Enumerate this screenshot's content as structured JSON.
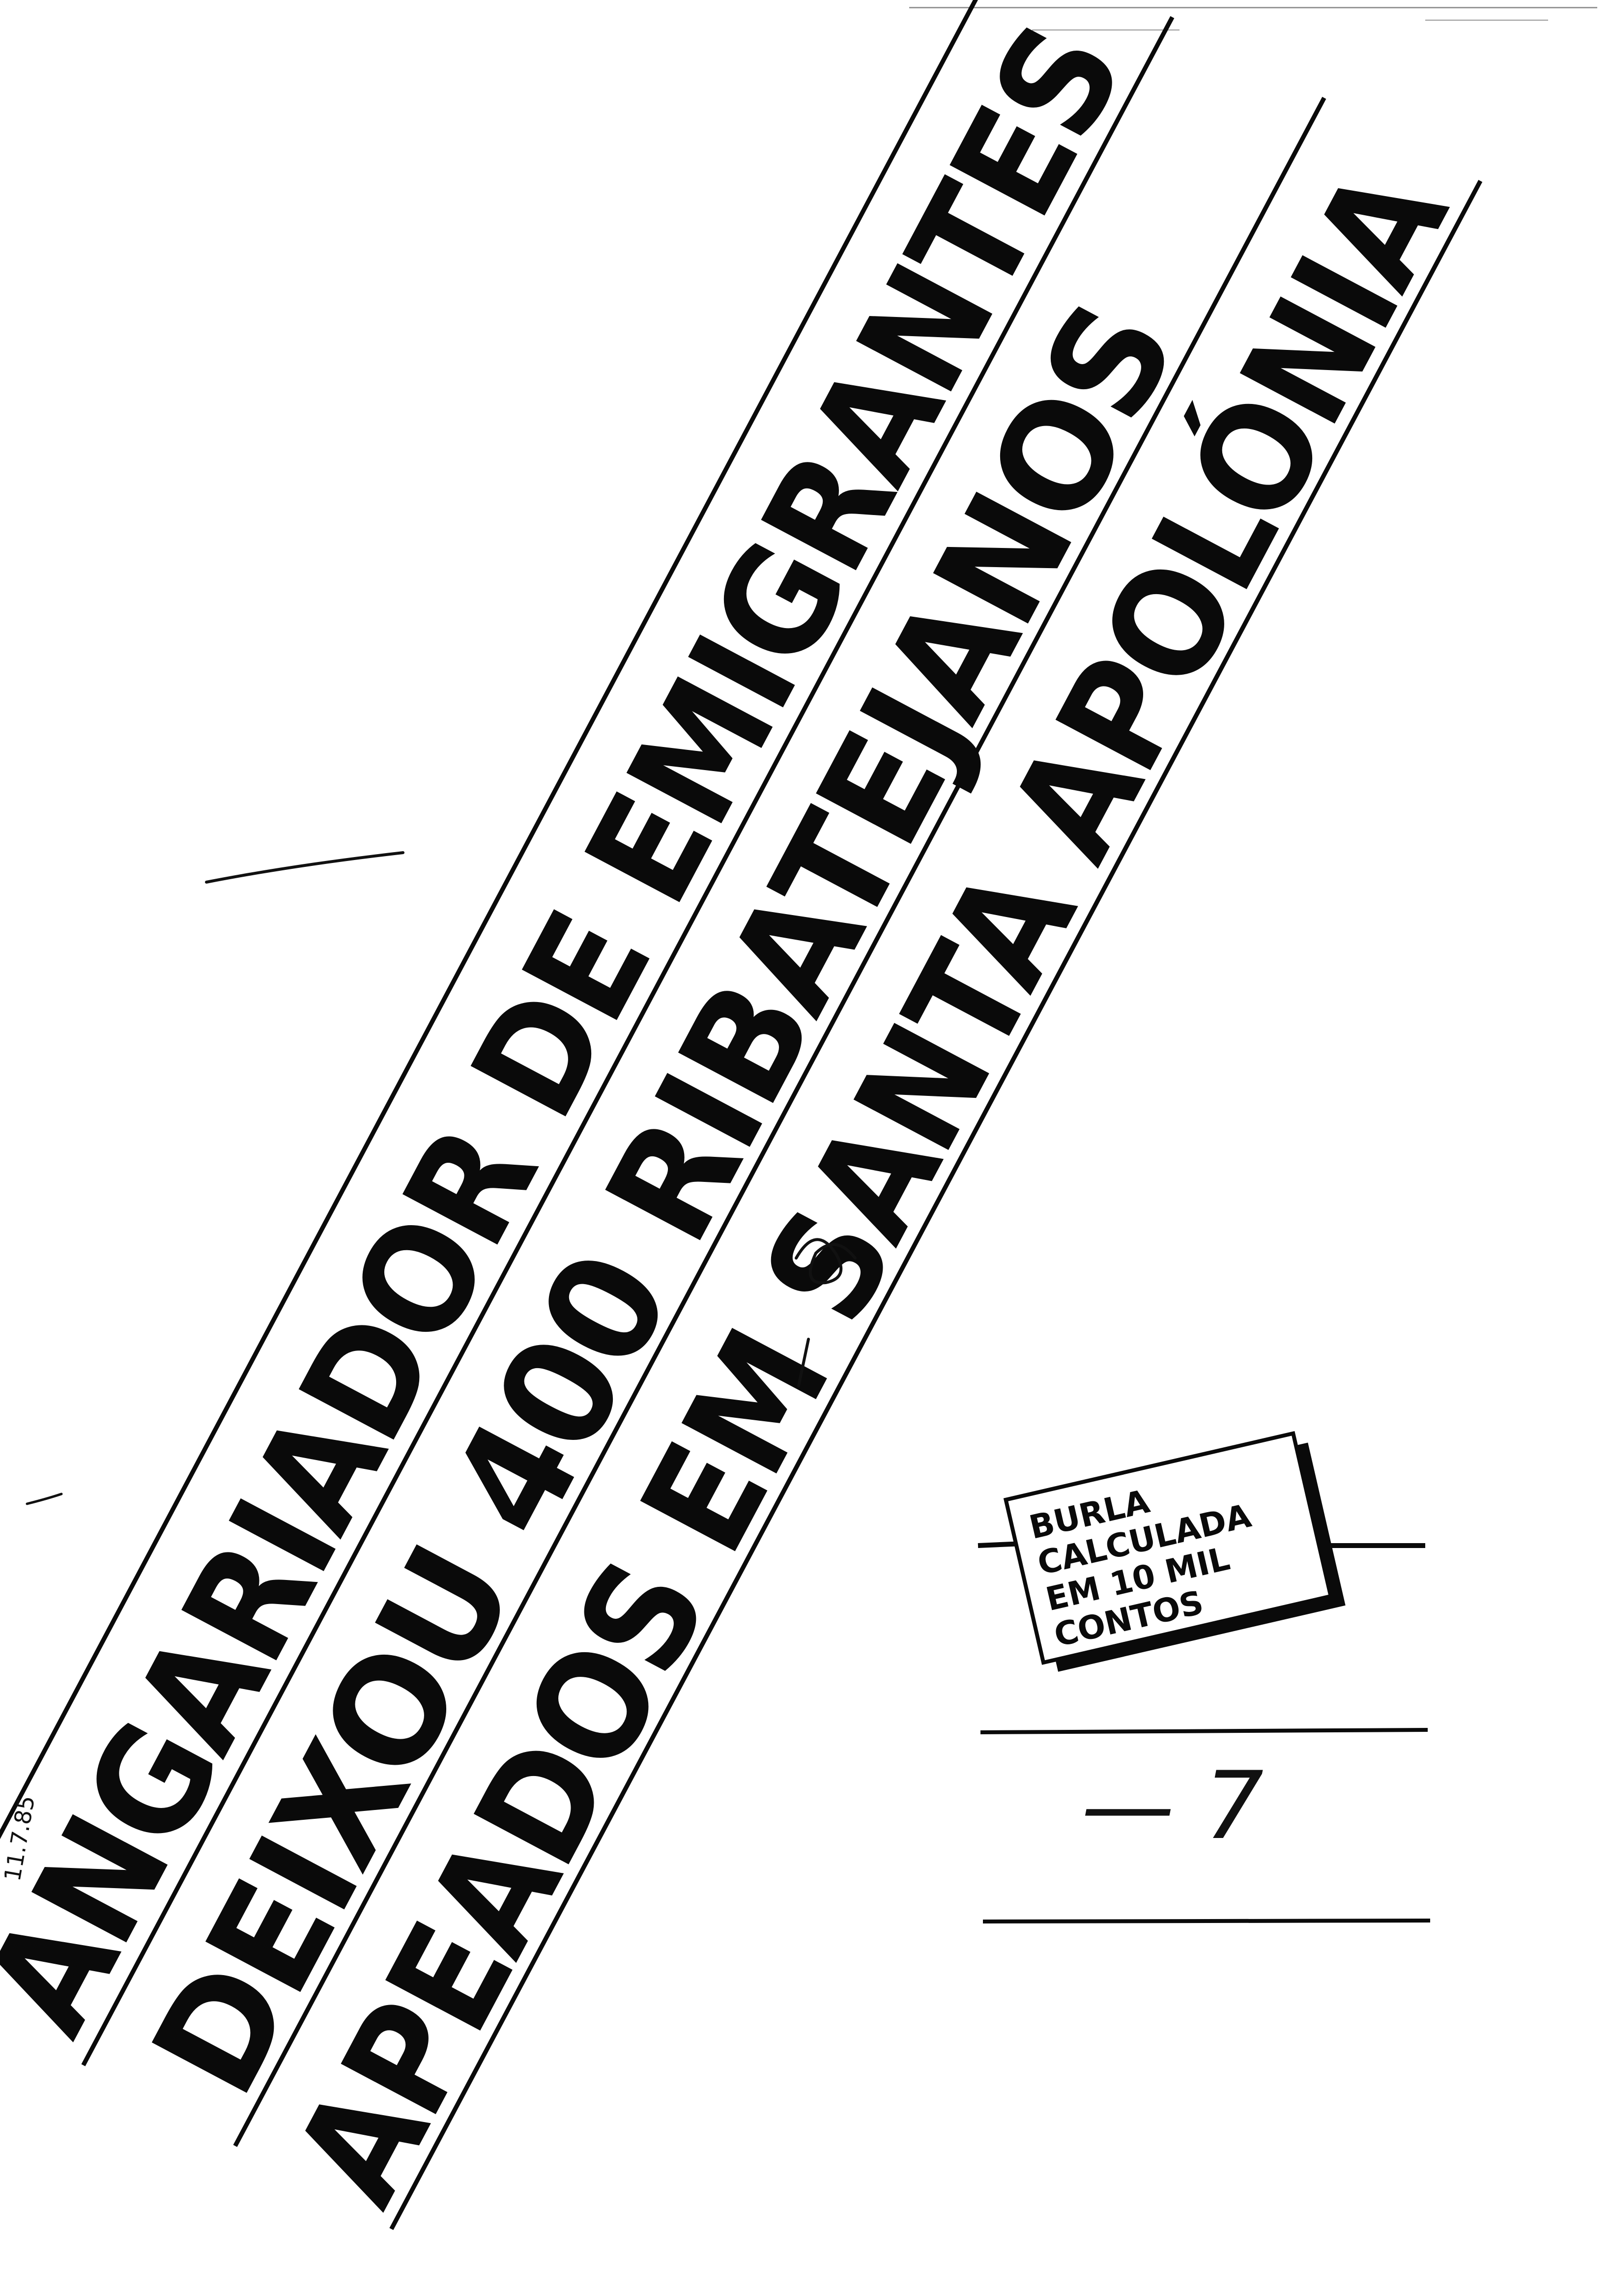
{
  "colors": {
    "ink": "#0a0a0a",
    "paper": "#ffffff"
  },
  "headline": {
    "line1": "ANGARIADOR DE EMIGRANTES",
    "line2": "DEIXOU 400 RIBATEJANOS",
    "line3": "APEADOS EM SANTA APOLÓNIA"
  },
  "subhead_box": {
    "line1": "BURLA",
    "line2": "CALCULADA",
    "line3": "EM 10 MIL",
    "line4": "CONTOS"
  },
  "margin_date": "11.7.85",
  "page_mark": "— 7"
}
